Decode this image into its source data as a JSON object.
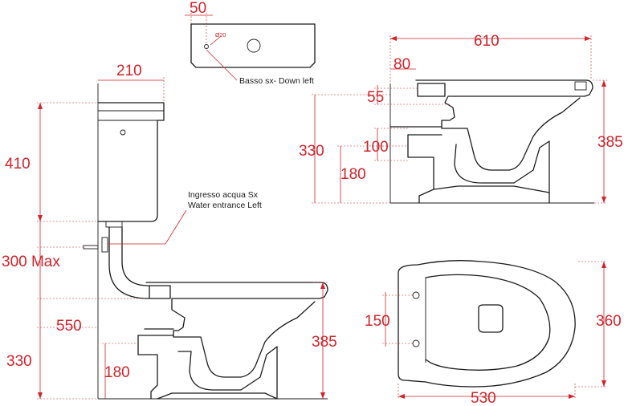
{
  "colors": {
    "dimension": "#d0232a",
    "outline": "#1a1a1a"
  },
  "dimensions": {
    "cistern_outlet_offset": "50",
    "outlet_diameter": "Ø20",
    "cistern_depth": "210",
    "cistern_height": "410",
    "inlet_height": "300 Max",
    "bowl_rim_height_side": "550",
    "outlet_height_side": "330",
    "bowl_height_side": "385",
    "outlet_center_side": "180",
    "bowl_length_top": "610",
    "rear_offset_top": "80",
    "inlet_offset_55": "55",
    "outlet_330": "330",
    "outlet_100": "100",
    "outlet_180": "180",
    "bowl_height_right": "385",
    "fixing_spacing": "150",
    "bowl_width": "360",
    "bowl_length_plan": "530"
  },
  "notes": {
    "flush_outlet": "Basso sx- Down left",
    "water_entrance_it": "Ingresso acqua Sx",
    "water_entrance_en": "Water entrance Left"
  }
}
